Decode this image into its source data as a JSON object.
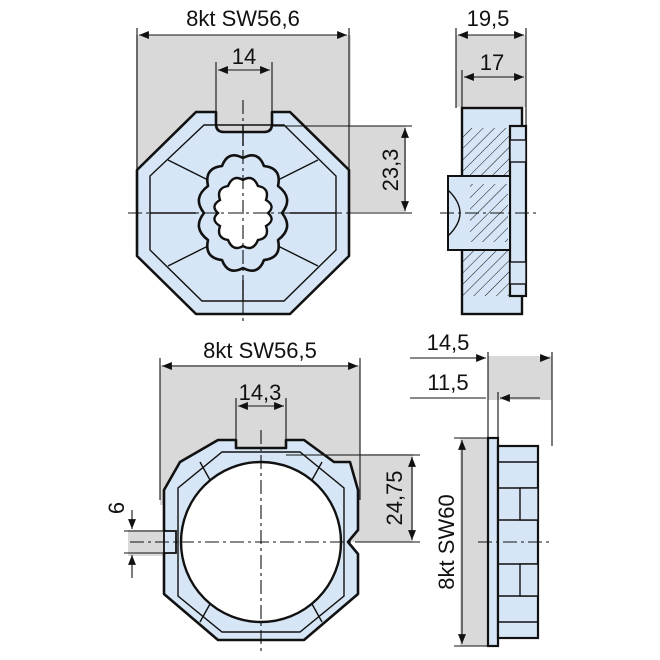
{
  "colors": {
    "part_fill": "#d6e6f6",
    "dimension_band": "#d9d9d9",
    "line": "#111111",
    "background": "#ffffff"
  },
  "labels": {
    "top_width": "8kt SW56,6",
    "top_groove": "14",
    "top_height": "23,3",
    "top_side_width": "19,5",
    "top_side_inner": "17",
    "bottom_width": "8kt SW56,5",
    "bottom_groove": "14,3",
    "bottom_height": "24,75",
    "bottom_notch": "6",
    "bottom_side_width": "14,5",
    "bottom_side_inner": "11,5",
    "bottom_side_height": "8kt SW60"
  }
}
